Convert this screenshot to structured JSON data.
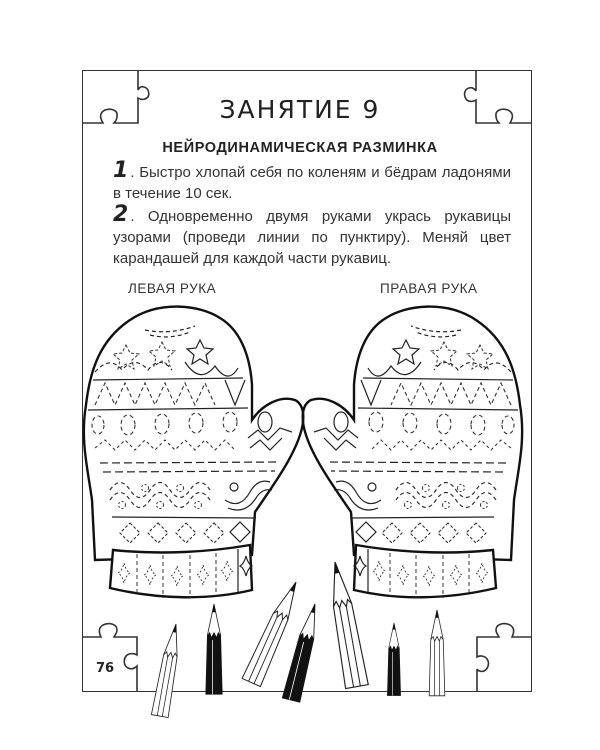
{
  "page": {
    "title": "ЗАНЯТИЕ 9",
    "subtitle": "НЕЙРОДИНАМИЧЕСКАЯ РАЗМИНКА",
    "page_number": "76"
  },
  "tasks": [
    {
      "number": "1",
      "text": ". Быстро хлопай себя по коленям и бёдрам ладонями в течение 10 сек."
    },
    {
      "number": "2",
      "text": ". Одновременно двумя руками укрась рукавицы узорами (проведи линии по пунктиру). Меняй цвет карандашей для каждой части рукавиц."
    }
  ],
  "labels": {
    "left_hand": "ЛЕВАЯ РУКА",
    "right_hand": "ПРАВАЯ РУКА"
  },
  "illustration": {
    "mittens": [
      "left-mitten",
      "right-mitten"
    ],
    "pencil_count": 7,
    "line_color": "#111111",
    "frame_color": "#333333"
  }
}
